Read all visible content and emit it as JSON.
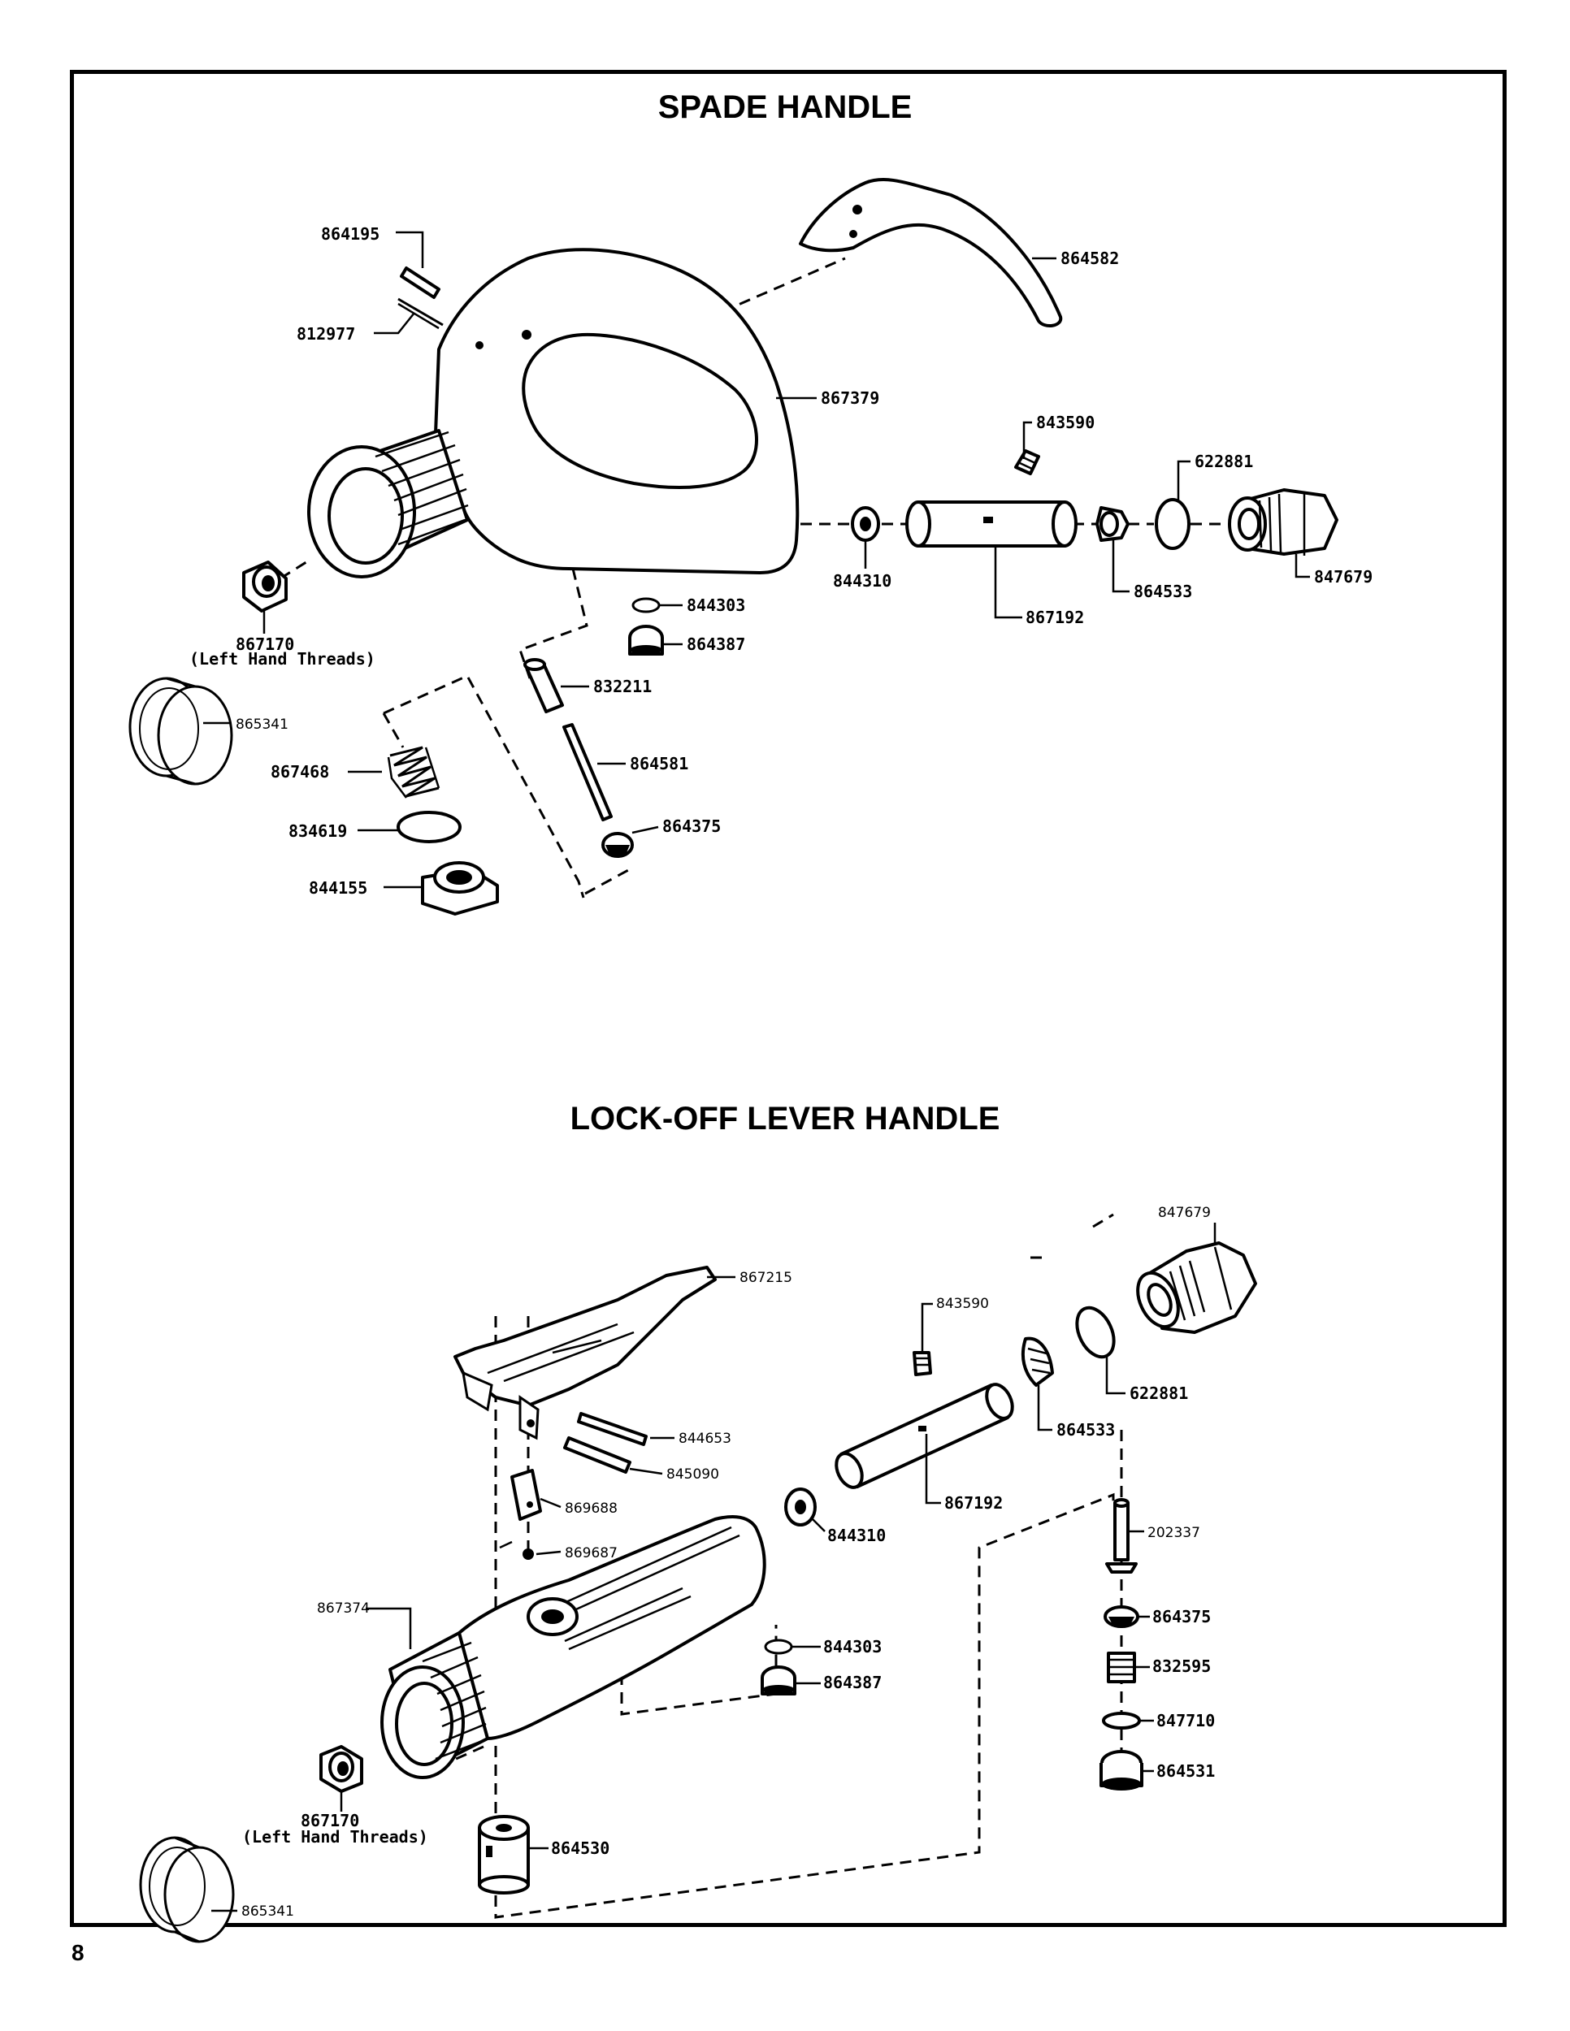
{
  "page_number": "8",
  "sections": {
    "spade": {
      "title": "SPADE HANDLE",
      "parts": {
        "p864195": "864195",
        "p812977": "812977",
        "p864582": "864582",
        "p867379": "867379",
        "p843590": "843590",
        "p622881": "622881",
        "p847679": "847679",
        "p844310": "844310",
        "p864533": "864533",
        "p867192": "867192",
        "p844303": "844303",
        "p864387": "864387",
        "p867170": "867170",
        "p867170_note": "(Left Hand Threads)",
        "p865341": "865341",
        "p832211": "832211",
        "p867468": "867468",
        "p864581": "864581",
        "p834619": "834619",
        "p864375": "864375",
        "p844155": "844155"
      }
    },
    "lockoff": {
      "title": "LOCK-OFF LEVER HANDLE",
      "parts": {
        "p847679": "847679",
        "p867215": "867215",
        "p843590": "843590",
        "p622881": "622881",
        "p844653": "844653",
        "p864533": "864533",
        "p845090": "845090",
        "p867192": "867192",
        "p869688": "869688",
        "p844310": "844310",
        "p869687": "869687",
        "p202337": "202337",
        "p867374": "867374",
        "p864375": "864375",
        "p844303": "844303",
        "p864387": "864387",
        "p832595": "832595",
        "p847710": "847710",
        "p864531": "864531",
        "p867170": "867170",
        "p867170_note": "(Left Hand Threads)",
        "p864530": "864530",
        "p865341": "865341"
      }
    }
  }
}
